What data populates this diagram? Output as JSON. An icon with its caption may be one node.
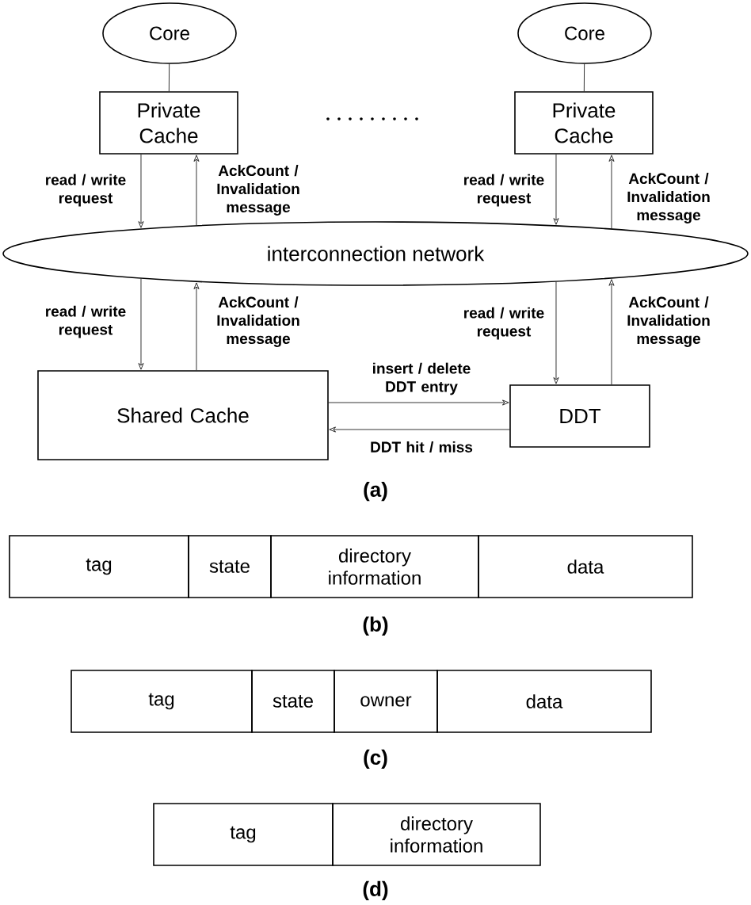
{
  "diagram": {
    "nodes": [
      {
        "text": [
          "Core"
        ]
      },
      {
        "text": [
          "Private Cache"
        ]
      },
      {
        "text": [
          "Core"
        ]
      },
      {
        "text": [
          "Private Cache"
        ]
      },
      {
        "text": [
          "interconnection network"
        ]
      },
      {
        "text": [
          "Shared Cache"
        ]
      },
      {
        "text": [
          "DDT"
        ]
      },
      {
        "text": [
          "tag"
        ]
      },
      {
        "text": [
          "state"
        ]
      },
      {
        "text": [
          "directory information"
        ]
      },
      {
        "text": [
          "data"
        ]
      },
      {
        "text": [
          "tag"
        ]
      },
      {
        "text": [
          "state"
        ]
      },
      {
        "text": [
          "owner"
        ]
      },
      {
        "text": [
          "data"
        ]
      },
      {
        "text": [
          "tag"
        ]
      },
      {
        "text": [
          "directory information"
        ]
      }
    ],
    "edges": [
      {
        "from": 0,
        "to": 1,
        "arrow": "none"
      },
      {
        "from": 2,
        "to": 3,
        "arrow": "none"
      },
      {
        "from": 1,
        "to": 4,
        "arrow": "to",
        "label": "read / write request"
      },
      {
        "from": 4,
        "to": 1,
        "arrow": "to",
        "label": "AckCount / Invalidation message"
      },
      {
        "from": 3,
        "to": 4,
        "arrow": "to",
        "label": "read / write request"
      },
      {
        "from": 4,
        "to": 3,
        "arrow": "to",
        "label": "AckCount / Invalidation message"
      },
      {
        "from": 4,
        "to": 5,
        "arrow": "to",
        "label": "read / write request"
      },
      {
        "from": 5,
        "to": 4,
        "arrow": "to",
        "label": "AckCount / Invalidation message"
      },
      {
        "from": 4,
        "to": 6,
        "arrow": "to",
        "label": "read / write request"
      },
      {
        "from": 6,
        "to": 4,
        "arrow": "to",
        "label": "AckCount / Invalidation message"
      },
      {
        "from": 5,
        "to": 6,
        "arrow": "to",
        "label": "insert / delete DDT entry"
      },
      {
        "from": 6,
        "to": 5,
        "arrow": "to",
        "label": "DDT hit / miss"
      }
    ],
    "labels": [
      "(a)",
      "(b)",
      "(c)",
      "(d)"
    ]
  }
}
